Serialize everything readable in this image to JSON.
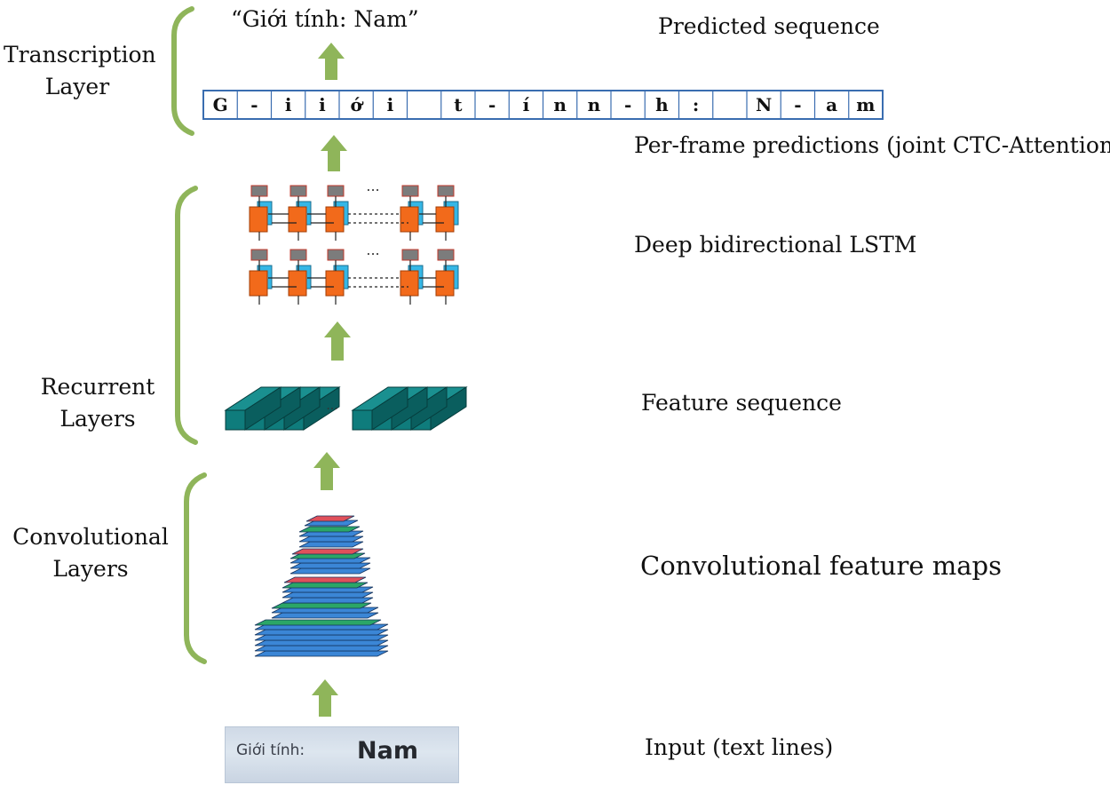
{
  "predicted_output": "“Giới tính: Nam”",
  "frame_characters": [
    "G",
    "-",
    "i",
    "i",
    "ớ",
    "i",
    "",
    "t",
    "-",
    "í",
    "n",
    "n",
    "-",
    "h",
    ":",
    "",
    "N",
    "-",
    "a",
    "m"
  ],
  "ellipsis": "...",
  "labels": {
    "predicted_sequence": "Predicted sequence",
    "per_frame": "Per-frame predictions (joint CTC-Attention)",
    "deep_lstm": "Deep bidirectional LSTM",
    "feature_sequence": "Feature sequence",
    "conv_maps": "Convolutional feature maps",
    "input": "Input (text lines)"
  },
  "side_labels": {
    "transcription": [
      "Transcription",
      "Layer"
    ],
    "recurrent": [
      "Recurrent",
      "Layers"
    ],
    "convolutional": [
      "Convolutional",
      "Layers"
    ]
  },
  "input_image": {
    "small_text": "Giới tính:",
    "big_text": "Nam"
  },
  "colors": {
    "bracket": "#8fb55a",
    "arrow": "#8fb55a",
    "frame_border": "#3a6db0",
    "lstm_orange": "#f26a1b",
    "lstm_blue": "#35b7e6",
    "lstm_gray": "#7c7c7c",
    "feature_teal": "#0f7c7c",
    "conv_blue": "#3b86d6",
    "conv_green": "#2ba667",
    "conv_red": "#e0505a"
  }
}
